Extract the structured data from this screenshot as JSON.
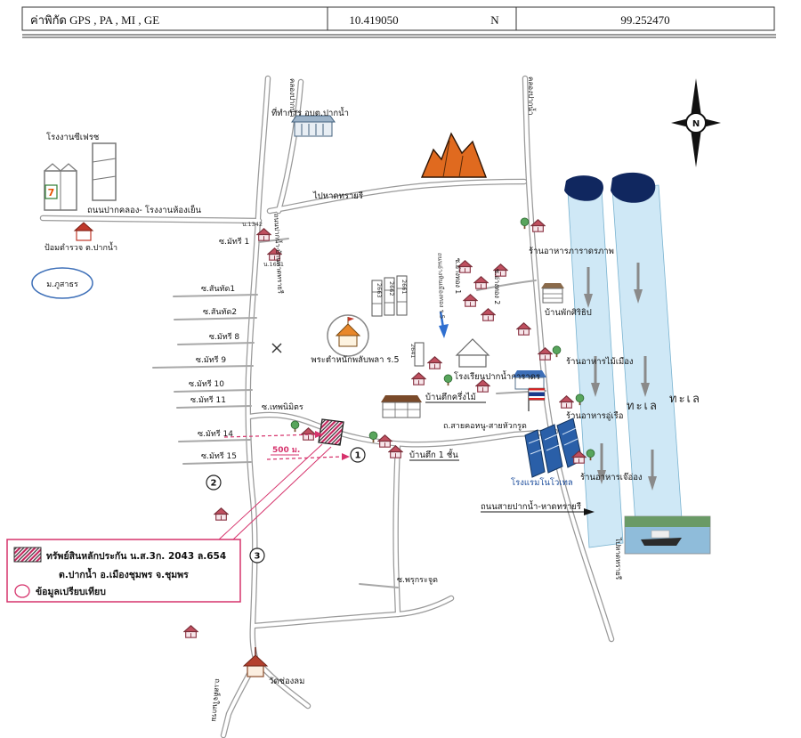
{
  "header": {
    "coord_label": "ค่าพิกัด GPS , PA , MI , GE",
    "latitude": "10.419050",
    "hemisphere": "N",
    "longitude": "99.252470"
  },
  "compass": {
    "north_label": "N"
  },
  "sea": {
    "label1": "ทะเล",
    "label2": "ทะเล"
  },
  "roads": {
    "canal_left": "คลองปากน้ำ",
    "canal_right": "คลองปากน้ำ",
    "factory_road": "ถนนปากคลอง- โรงงานห้องเย็น",
    "to_beach_top": "ไปหาดทรายรี",
    "main_vertical": "ถนนปากน้ำ-บ้านหาดทรายรี",
    "anghin_road": "ถนนอ่างหินเมืองทอง ร.5",
    "kohnu_road": "ถ.สายคอหนู-สายหัวกรูด",
    "paknam_beach_road": "ถนนสายปากน้ำ-หาดทรายรี",
    "to_beach_bottom": "ไปหาดทรายรี",
    "sadet_road": "ถ.เสด็จในกรม",
    "soi_thepnimit": "ซ.เทพนิมิตร",
    "soi_prukrajood": "ซ.พรุกระจูด",
    "soi_matree1": "ซ.มัทรี 1",
    "soi_santat1": "ซ.สันทัด1",
    "soi_santat2": "ซ.สันทัด2",
    "soi_matree8": "ซ.มัทรี 8",
    "soi_matree9": "ซ.มัทรี 9",
    "soi_matree10": "ซ.มัทรี 10",
    "soi_matree11": "ซ.มัทรี 11",
    "soi_matree14": "ซ.มัทรี 14",
    "soi_matree15": "ซ.มัทรี 15",
    "soi_angthong1": "ซ.อ่างทอง 1",
    "soi_angthong2": "ซ.อ่างทอง 2"
  },
  "places": {
    "factory": "โรงงานซีเฟรช",
    "seven_sign": "7",
    "obt_office": "ที่ทำการ อบต.ปากน้ำ",
    "police_box": "ป้อมตำรวจ ต.ปากน้ำ",
    "pusathorn": "ม.ภูสาธร",
    "pavilion": "พระตำหนักพลับพลา ร.5",
    "school": "โรงเรียนปากน้ำการาดร",
    "pararat_restaurant": "ร้านอาหารภาราดรภาพ",
    "sirithip_house": "บ้านพักศิริธิป",
    "maimueang_restaurant": "ร้านอาหารไม้เมือง",
    "urua_restaurant": "ร้านอาหารอู่เรือ",
    "jeong_restaurant": "ร้านอาหารเจ๊อ่อง",
    "novotel": "โรงแรมโนโวเทล",
    "half_wood_house": "บ้านตึกครึ่งไม้",
    "one_storey_house": "บ้านตึก 1 ชั้น",
    "chonglom_temple": "วัดช่องลม"
  },
  "house_numbers": {
    "n1": "น.1342",
    "n2": "น.1651"
  },
  "building_numbers": {
    "b1": "2663",
    "b2": "2662",
    "b3": "2661",
    "b4": "2641"
  },
  "markers": {
    "c1": "1",
    "c2": "2",
    "c3": "3"
  },
  "measure": {
    "distance": "500 ม."
  },
  "legend": {
    "line1": "ทรัพย์สินหลักประกัน น.ส.3ก. 2043 ล.654",
    "line2": "ต.ปากน้ำ อ.เมืองชุมพร จ.ชุมพร",
    "line3": "ข้อมูลเปรียบเทียบ"
  },
  "colors": {
    "accent_pink": "#d6336c",
    "water_blue": "#cfe8f6",
    "navy": "#10275f",
    "hotel_blue": "#2a5fa8",
    "road_gray": "#9a9a9a"
  }
}
